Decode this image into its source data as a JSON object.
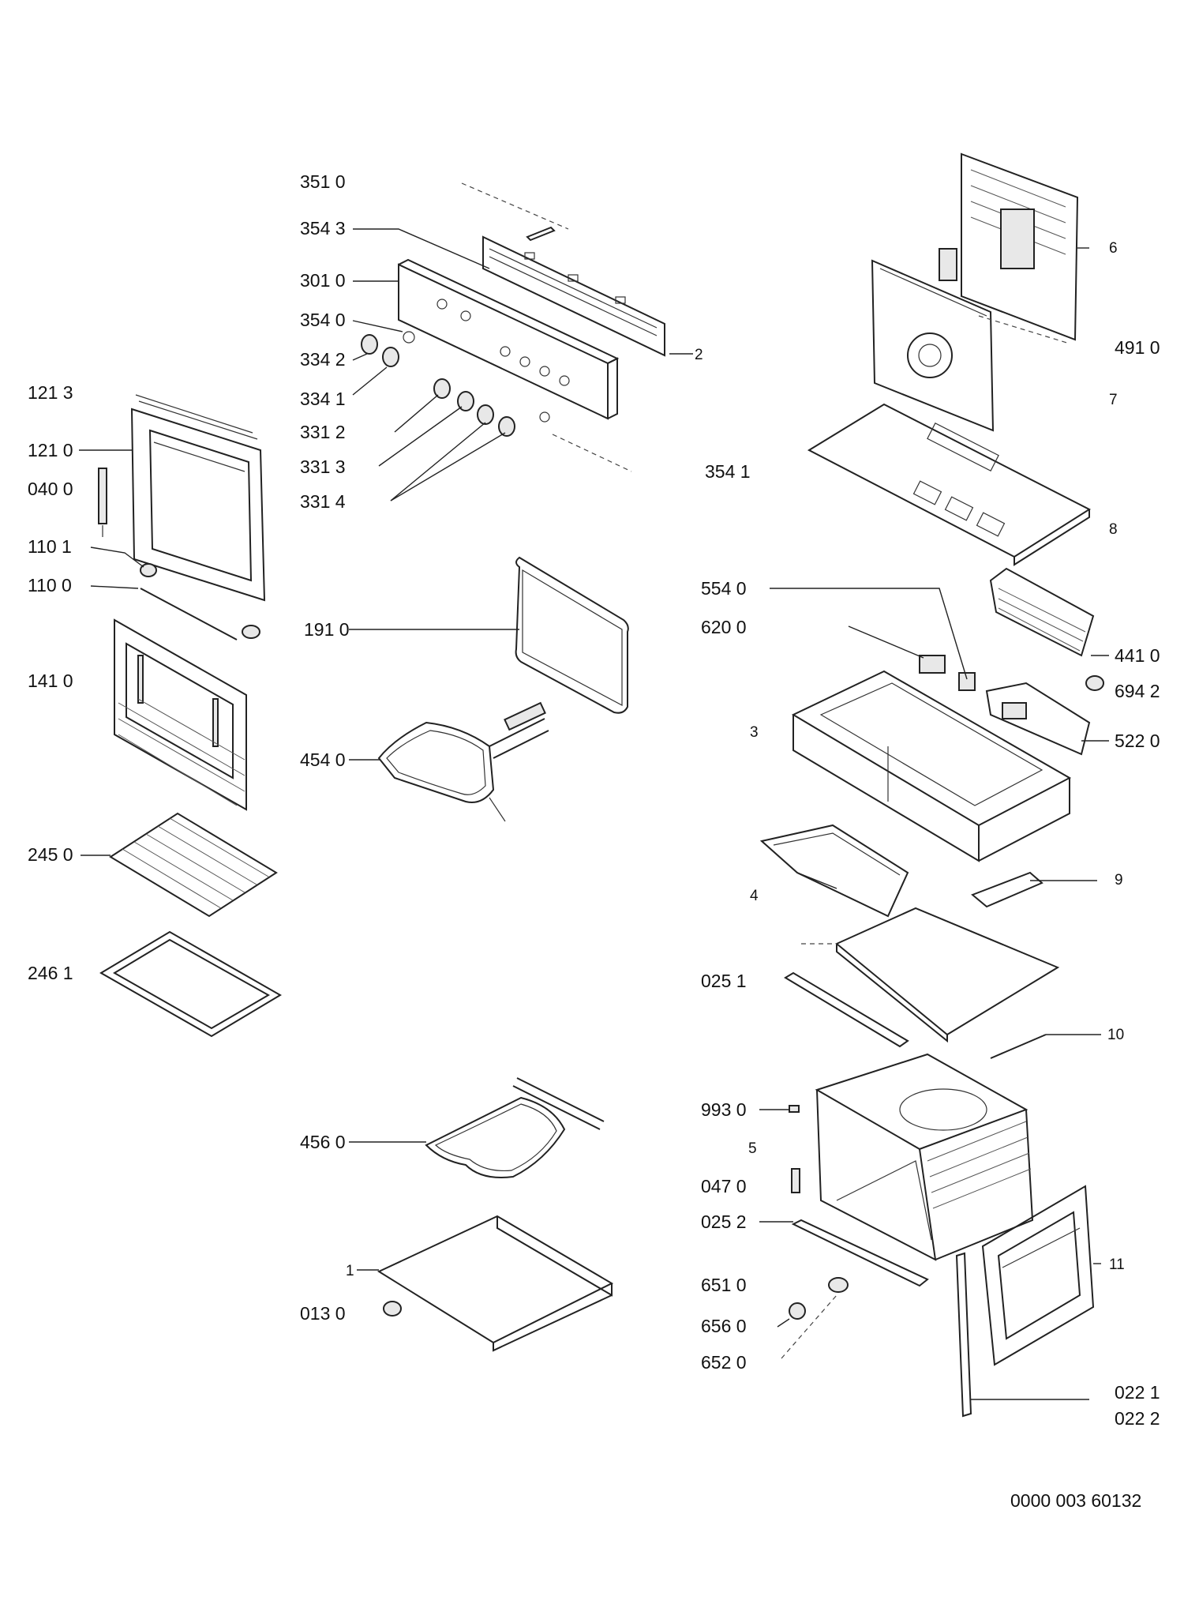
{
  "document_number": "0000 003 60132",
  "labels": {
    "l3510": "351 0",
    "l3543": "354 3",
    "l3010": "301 0",
    "l3540": "354 0",
    "l3342": "334 2",
    "l3341": "334 1",
    "l3312": "331 2",
    "l3313": "331 3",
    "l3314": "331 4",
    "l2": "2",
    "l1213": "121 3",
    "l1210": "121 0",
    "l0400": "040 0",
    "l1101": "110 1",
    "l1100": "110 0",
    "l1410": "141 0",
    "l2450": "245 0",
    "l2461": "246 1",
    "l1910": "191 0",
    "l4540": "454 0",
    "l4560": "456 0",
    "l1": "1",
    "l0130": "013 0",
    "l6": "6",
    "l4910": "491 0",
    "l7": "7",
    "l3541": "354 1",
    "l8": "8",
    "l5540": "554 0",
    "l6200": "620 0",
    "l4410": "441 0",
    "l6942": "694 2",
    "l3": "3",
    "l5220": "522 0",
    "l4": "4",
    "l9": "9",
    "l0251": "025 1",
    "l10": "10",
    "l9930": "993 0",
    "l5": "5",
    "l0470": "047 0",
    "l0252": "025 2",
    "l11": "11",
    "l6510": "651 0",
    "l6560": "656 0",
    "l6520": "652 0",
    "l0221": "022 1",
    "l0222": "022 2"
  },
  "colors": {
    "line": "#222222",
    "text": "#111111",
    "background": "#ffffff",
    "part_fill": "#e8e8e8"
  }
}
